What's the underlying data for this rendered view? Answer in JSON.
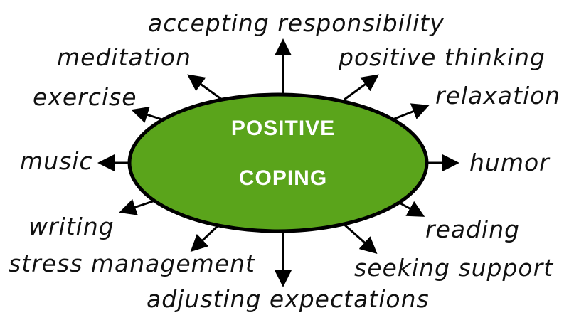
{
  "center": {
    "line1": "POSITIVE",
    "line2": "COPING",
    "fill_color": "#5aa41b",
    "text_color": "#ffffff",
    "outline_color": "#000000"
  },
  "nodes": {
    "accepting_responsibility": "accepting responsibility",
    "meditation": "meditation",
    "positive_thinking": "positive thinking",
    "exercise": "exercise",
    "relaxation": "relaxation",
    "music": "music",
    "humor": "humor",
    "writing": "writing",
    "reading": "reading",
    "stress_management": "stress management",
    "seeking_support": "seeking support",
    "adjusting_expectations": "adjusting expectations"
  },
  "arrow_color": "#000000"
}
